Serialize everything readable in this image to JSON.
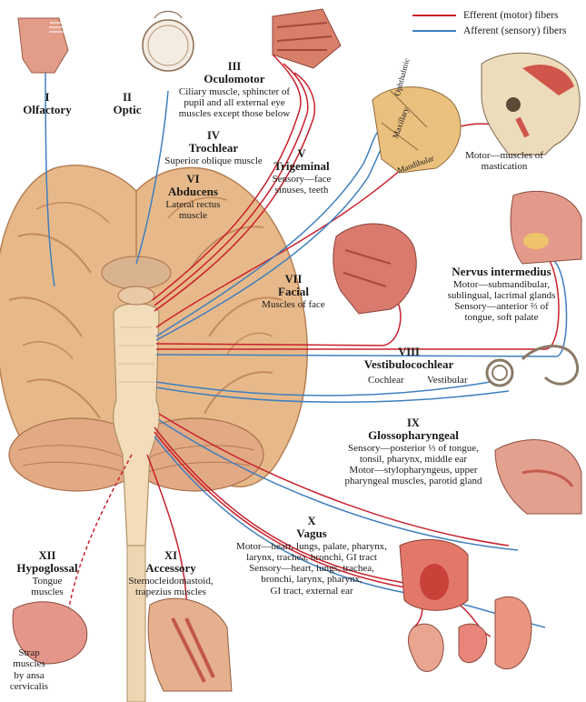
{
  "colors": {
    "efferent": "#c8202c",
    "afferent": "#3f7fbf",
    "tissue": "#e8a77c",
    "brain": "#e7b98a",
    "stem": "#f2dcb9"
  },
  "legend": {
    "efferent": "Efferent (motor) fibers",
    "afferent": "Afferent (sensory) fibers"
  },
  "nerves": {
    "olfactory": {
      "number": "I",
      "name": "Olfactory"
    },
    "optic": {
      "number": "II",
      "name": "Optic"
    },
    "oculomotor": {
      "number": "III",
      "name": "Oculomotor",
      "desc": [
        "Ciliary muscle, sphincter of",
        "pupil and all external eye",
        "muscles except those below"
      ]
    },
    "trochlear": {
      "number": "IV",
      "name": "Trochlear",
      "desc": [
        "Superior oblique muscle"
      ]
    },
    "abducens": {
      "number": "VI",
      "name": "Abducens",
      "desc": [
        "Lateral rectus",
        "muscle"
      ]
    },
    "trigeminal": {
      "number": "V",
      "name": "Trigeminal",
      "desc": [
        "Sensory—face",
        "sinuses, teeth"
      ],
      "branches": [
        "Ophthalmic",
        "Maxillary",
        "Mandibular"
      ],
      "motor": [
        "Motor—muscles of",
        "mastication"
      ]
    },
    "facial": {
      "number": "VII",
      "name": "Facial",
      "desc": [
        "Muscles of face"
      ]
    },
    "intermedius": {
      "name": "Nervus intermedius",
      "desc": [
        "Motor—submandibular,",
        "sublingual, lacrimal glands",
        "Sensory—anterior ⅔ of",
        "tongue, soft palate"
      ]
    },
    "vestibulocochlear": {
      "number": "VIII",
      "name": "Vestibulocochlear",
      "cochlear": "Cochlear",
      "vestibular": "Vestibular"
    },
    "glossopharyngeal": {
      "number": "IX",
      "name": "Glossopharyngeal",
      "desc": [
        "Sensory—posterior ⅓ of tongue,",
        "tonsil, pharynx, middle ear",
        "Motor—stylopharyngeus, upper",
        "pharyngeal muscles, parotid gland"
      ]
    },
    "vagus": {
      "number": "X",
      "name": "Vagus",
      "desc": [
        "Motor—heart, lungs, palate, pharynx,",
        "larynx, trachea, bronchi, GI tract",
        "Sensory—heart, lungs, trachea,",
        "bronchi, larynx, pharynx,",
        "GI tract, external ear"
      ]
    },
    "accessory": {
      "number": "XI",
      "name": "Accessory",
      "desc": [
        "Sternocleidomastoid,",
        "trapezius muscles"
      ]
    },
    "hypoglossal": {
      "number": "XII",
      "name": "Hypoglossal",
      "desc": [
        "Tongue",
        "muscles"
      ],
      "strap": [
        "Strap",
        "muscles",
        "by ansa",
        "cervicalis"
      ]
    }
  }
}
